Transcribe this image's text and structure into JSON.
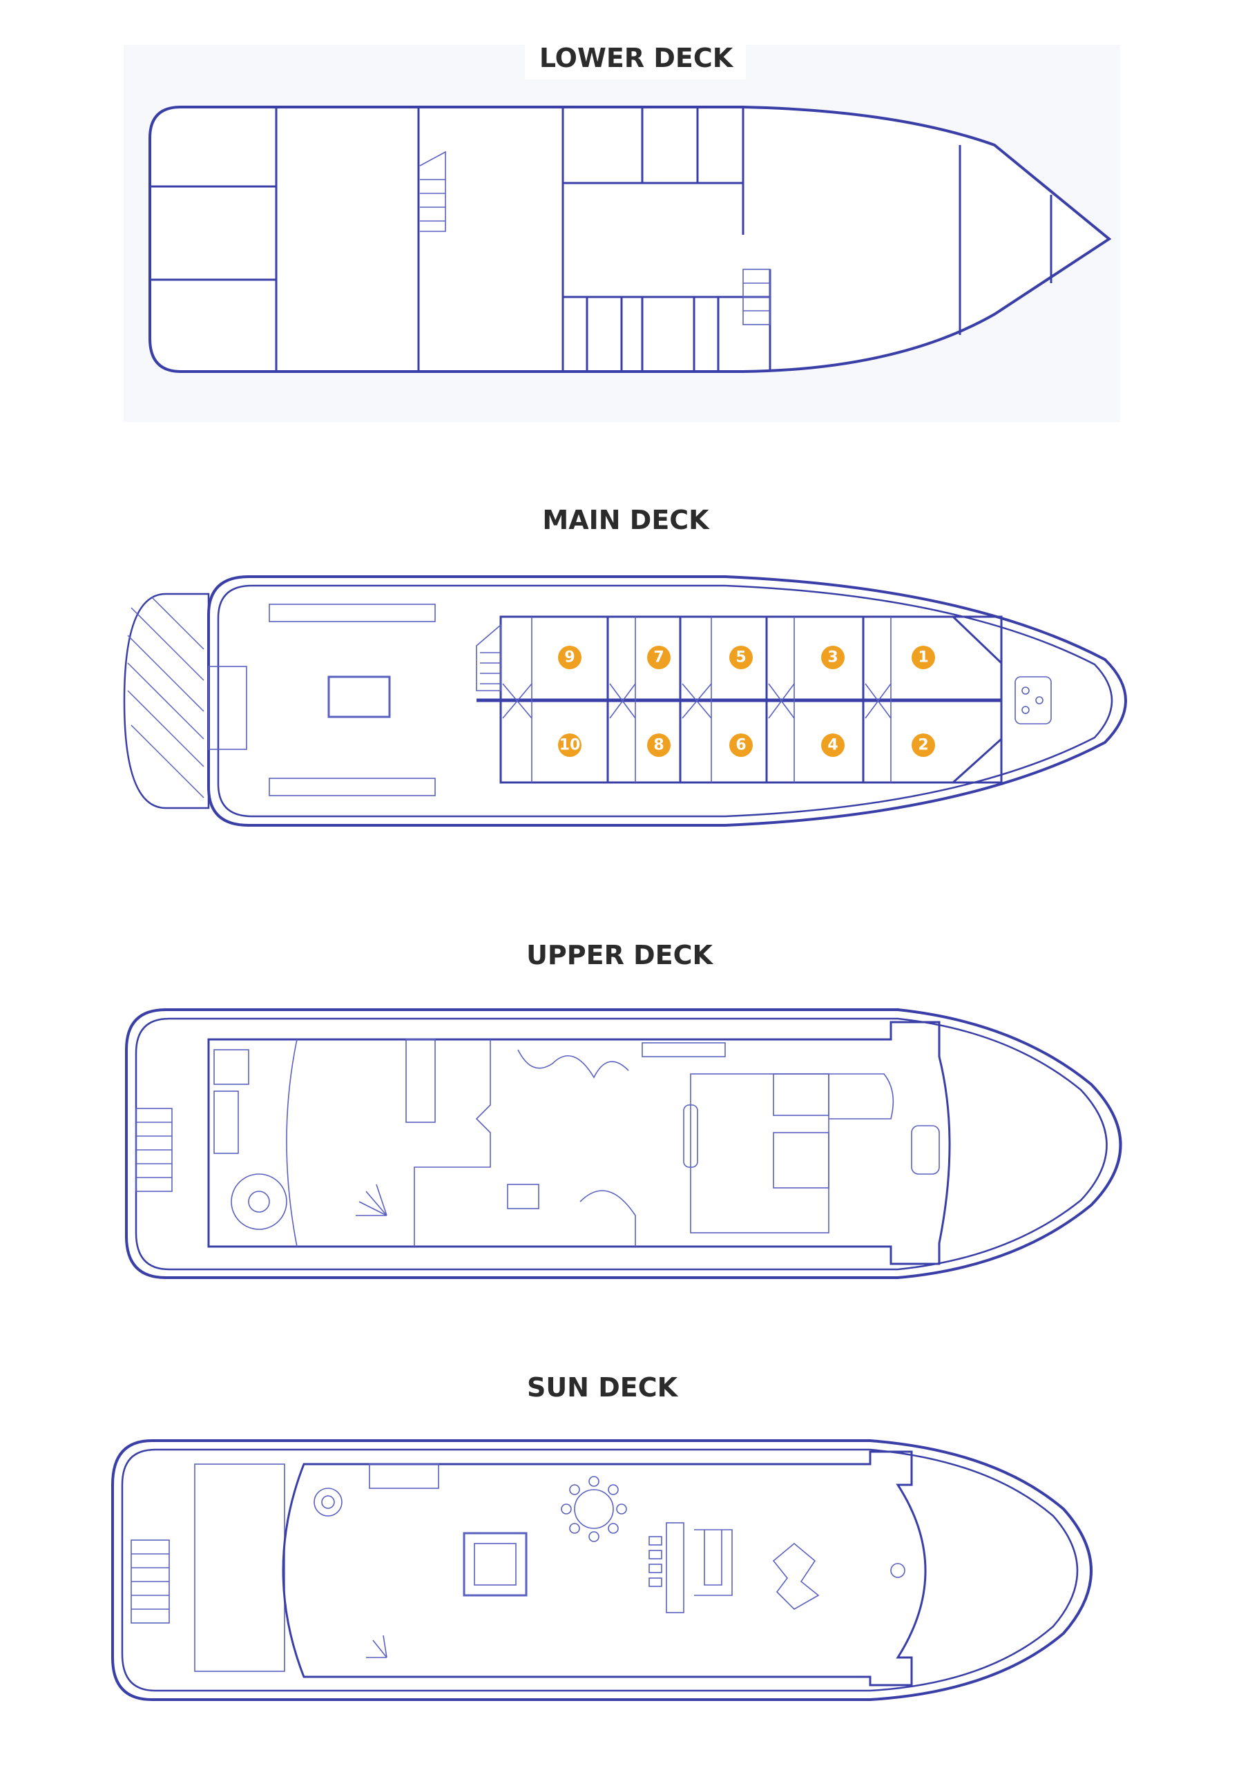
{
  "decks": {
    "lower": {
      "title": "LOWER DECK"
    },
    "main": {
      "title": "MAIN DECK"
    },
    "upper": {
      "title": "UPPER DECK"
    },
    "sun": {
      "title": "SUN DECK"
    }
  },
  "cabins": {
    "top_row": [
      "9",
      "7",
      "5",
      "3",
      "1"
    ],
    "bottom_row": [
      "10",
      "8",
      "6",
      "4",
      "2"
    ],
    "badge_color": "#f0a020"
  },
  "colors": {
    "line": "#3a3fa8",
    "panel": "#f7f8fb"
  }
}
